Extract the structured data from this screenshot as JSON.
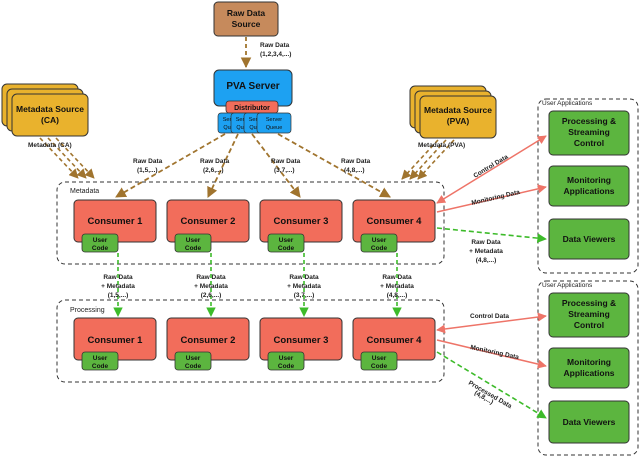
{
  "raw_source": {
    "line1": "Raw Data",
    "line2": "Source"
  },
  "raw_to_pva": {
    "line1": "Raw Data",
    "line2": "(1,2,3,4,...)"
  },
  "pva_server": {
    "title": "PVA Server",
    "distributor": "Distributor"
  },
  "server_queue": {
    "l1": "Ser",
    "l2": "Qu",
    "full1": "Server",
    "full2": "Queue"
  },
  "meta_ca": {
    "line1": "Metadata Source",
    "line2": "(CA)",
    "arrow_label": "Metadata (CA)"
  },
  "meta_pva": {
    "line1": "Metadata Source",
    "line2": "(PVA)",
    "arrow_label": "Metadata (PVA)"
  },
  "raw_labels": [
    {
      "l1": "Raw Data",
      "l2": "(1,5,...)"
    },
    {
      "l1": "Raw Data",
      "l2": "(2,6,...)"
    },
    {
      "l1": "Raw Data",
      "l2": "(3,7,...)"
    },
    {
      "l1": "Raw Data",
      "l2": "(4,8,...)"
    }
  ],
  "metadata_group": {
    "label": "Metadata"
  },
  "processing_group": {
    "label": "Processing"
  },
  "consumers_top": [
    "Consumer 1",
    "Consumer 2",
    "Consumer 3",
    "Consumer 4"
  ],
  "consumers_bottom": [
    "Consumer 1",
    "Consumer 2",
    "Consumer 3",
    "Consumer 4"
  ],
  "user_code": {
    "l1": "User",
    "l2": "Code"
  },
  "mid_labels": [
    {
      "l1": "Raw Data",
      "l2": "+ Metadata",
      "l3": "(1,5,...)"
    },
    {
      "l1": "Raw Data",
      "l2": "+ Metadata",
      "l3": "(2,6,...)"
    },
    {
      "l1": "Raw Data",
      "l2": "+ Metadata",
      "l3": "(3,7,...)"
    },
    {
      "l1": "Raw Data",
      "l2": "+ Metadata",
      "l3": "(4,8,...)"
    }
  ],
  "user_apps": {
    "label": "User Applications"
  },
  "apps_top": [
    {
      "l1": "Processing &",
      "l2": "Streaming",
      "l3": "Control"
    },
    {
      "l1": "Monitoring",
      "l2": "Applications"
    },
    {
      "l1": "Data Viewers"
    }
  ],
  "apps_bottom": [
    {
      "l1": "Processing &",
      "l2": "Streaming",
      "l3": "Control"
    },
    {
      "l1": "Monitoring",
      "l2": "Applications"
    },
    {
      "l1": "Data Viewers"
    }
  ],
  "edge_labels_top": {
    "control": "Control Data",
    "monitoring": "Monitoring Data",
    "raw1": "Raw Data",
    "raw2": "+ Metadata",
    "raw3": "(4,8,...)"
  },
  "edge_labels_bottom": {
    "control": "Control Data",
    "monitoring": "Monitoring Data",
    "proc1": "Processed Data",
    "proc2": "(4,8,...)"
  },
  "colors": {
    "raw_source": "#c68a5c",
    "pva": "#1da1f2",
    "distributor": "#f26d5b",
    "metadata_source": "#e9b22d",
    "consumer": "#f26d5b",
    "user_code": "#5cb53f",
    "app": "#5cb53f",
    "brown_arrow": "#a0742e",
    "red_arrow": "#ee7468",
    "green_arrow": "#3dbb2a"
  }
}
